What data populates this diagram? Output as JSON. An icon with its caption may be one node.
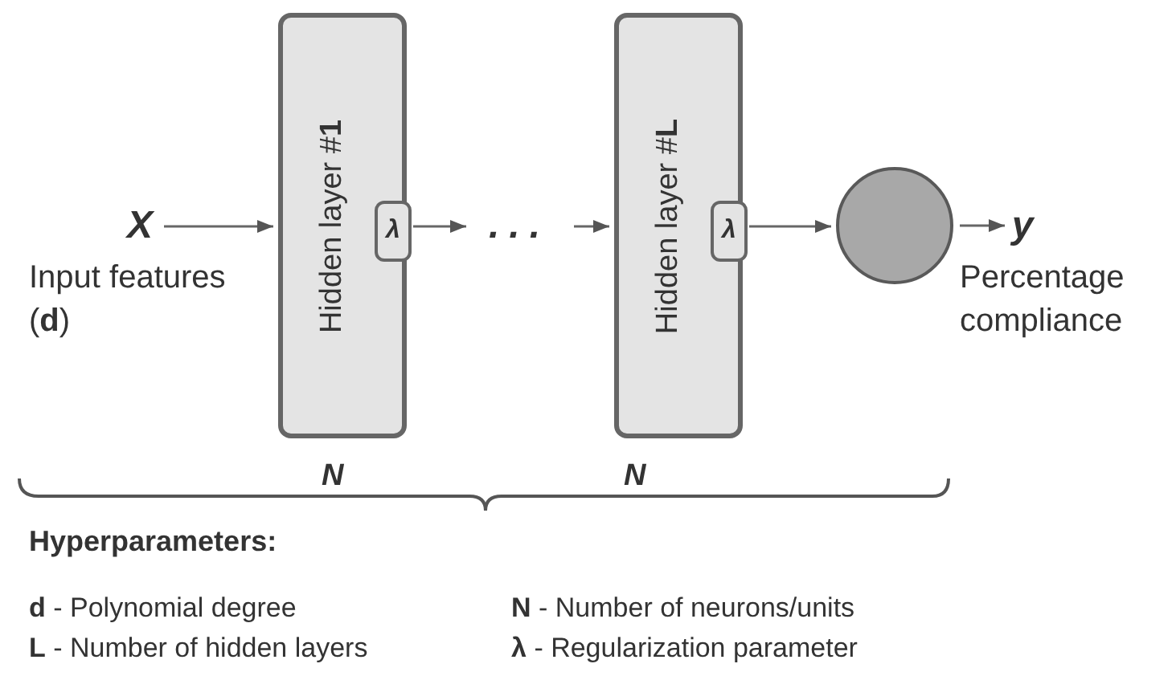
{
  "diagram": {
    "nodes": [
      {
        "text": [
          "X"
        ],
        "beside": [
          "Input features (**d**)"
        ]
      },
      {
        "text": [
          "Hidden layer #**1**"
        ]
      },
      {
        "text": [
          "λ"
        ],
        "in": 1
      },
      {
        "text": [
          "..."
        ]
      },
      {
        "text": [
          "Hidden layer #**L**"
        ]
      },
      {
        "text": [
          "λ"
        ],
        "in": 4
      },
      {
        "text": [],
        "shape": "circle"
      },
      {
        "text": [
          "y"
        ],
        "beside": [
          "Percentage compliance"
        ]
      }
    ],
    "edges": [
      {
        "from": 0,
        "to": 1,
        "arrow": "to"
      },
      {
        "from": 2,
        "to": 3,
        "arrow": "to"
      },
      {
        "from": 3,
        "to": 4,
        "arrow": "to"
      },
      {
        "from": 5,
        "to": 6,
        "arrow": "to"
      },
      {
        "from": 6,
        "to": 7,
        "arrow": "to"
      }
    ],
    "labels": [
      "N",
      "N",
      "Hyperparameters:",
      "**d** - Polynomial degree",
      "**N** - Number of neurons/units",
      "**L** - Number of hidden layers",
      "**λ** - Regularization parameter"
    ]
  }
}
